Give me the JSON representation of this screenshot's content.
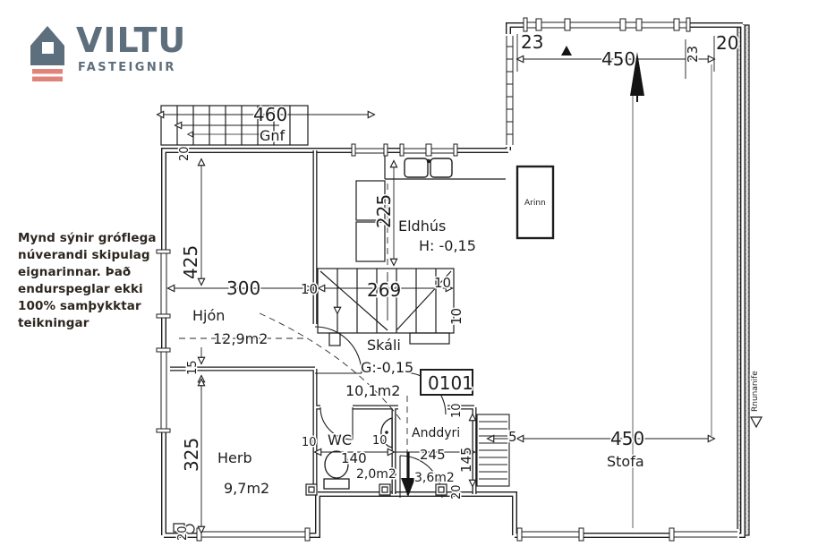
{
  "logo": {
    "brand": "VILTU",
    "tagline": "FASTEIGNIR"
  },
  "disclaimer_lines": [
    "Mynd sýnir gróflega",
    "núverandi skipulag",
    "eignarinnar. Það",
    "endurspeglar ekki",
    "100% samþykktar",
    "teikningar"
  ],
  "floorplan": {
    "unit": "0101",
    "rooms": {
      "gnf": {
        "name": "Gnf"
      },
      "eldhus": {
        "name": "Eldhús",
        "level": "H: -0,15"
      },
      "hjon": {
        "name": "Hjón",
        "area": "12,9m2"
      },
      "skali": {
        "name": "Skáli",
        "level": "G:-0,15",
        "area": "10,1m2"
      },
      "herb": {
        "name": "Herb",
        "area": "9,7m2"
      },
      "wc": {
        "name": "WC",
        "area": "2,0m2"
      },
      "anddyri": {
        "name": "Anddyri",
        "area": "3,6m2"
      },
      "stofa": {
        "name": "Stofa"
      },
      "arinn": {
        "name": "Arinn"
      }
    },
    "dims": {
      "gnf_width": "460",
      "top_left_offset": "23",
      "top_width": "450",
      "top_right_offset": "23",
      "top_right_wall": "20",
      "left_top_wall": "20",
      "hjon_height": "425",
      "hjon_width": "300",
      "wall10_a": "10",
      "stair_width": "269",
      "wall10_b": "10",
      "wall10_c": "10",
      "eldhus_depth": "225",
      "mid_wall": "15",
      "herb_height": "325",
      "wc_wall_left": "10",
      "wc_width": "140",
      "wc_wall_right": "10",
      "anddyri_width": "245",
      "steps_height": "145",
      "steps_wall_top": "10",
      "steps_wall_bottom": "20",
      "steps_offset": "5",
      "stofa_width": "450",
      "bottom_left_wall": "20"
    },
    "side_note": "Rnunanife"
  },
  "colors": {
    "brand_slate": "#5d6e7d",
    "brand_salmon": "#e0837a",
    "ink": "#1d1d1d"
  }
}
